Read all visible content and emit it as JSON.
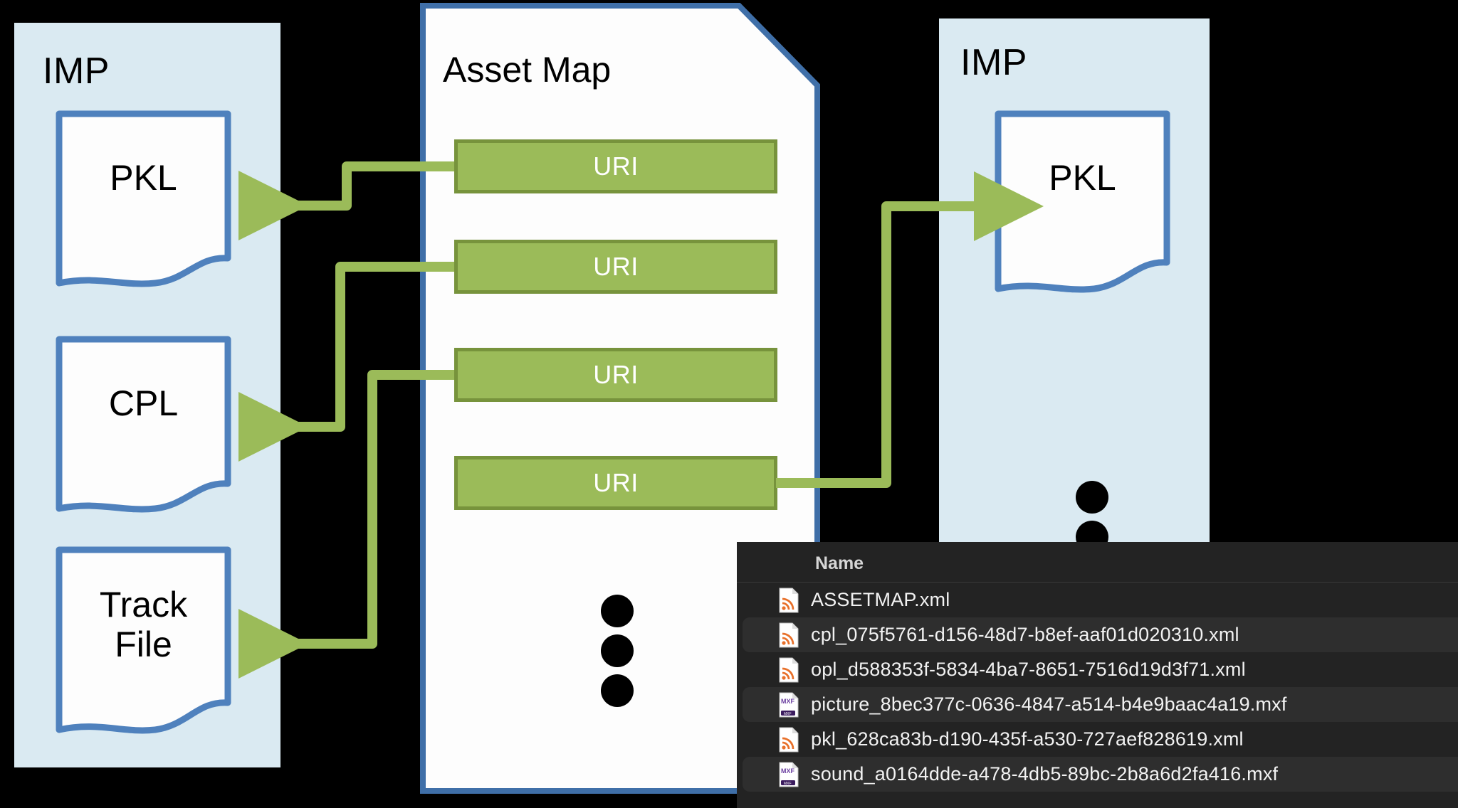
{
  "colors": {
    "background": "#000000",
    "imp_panel_fill": "#DAEAF2",
    "document_border": "#4F81BD",
    "document_fill": "#FDFDFD",
    "uri_fill": "#9BBB59",
    "uri_border": "#77933C",
    "connector": "#9BBB59",
    "file_panel_bg": "#232323",
    "file_row_alt_bg": "#2E2E2E",
    "file_text": "#F2F2F2",
    "xml_icon_accent": "#E8702A",
    "mxf_icon_accent": "#6B3FA0"
  },
  "diagram": {
    "left_imp": {
      "label": "IMP",
      "documents": [
        {
          "label": "PKL"
        },
        {
          "label": "CPL"
        },
        {
          "label": "Track\nFile",
          "line1": "Track",
          "line2": "File"
        }
      ]
    },
    "asset_map": {
      "title": "Asset Map",
      "uris": [
        {
          "label": "URI"
        },
        {
          "label": "URI"
        },
        {
          "label": "URI"
        },
        {
          "label": "URI"
        }
      ],
      "ellipsis_dots": 3
    },
    "right_imp": {
      "label": "IMP",
      "documents": [
        {
          "label": "PKL"
        }
      ],
      "ellipsis_dots": 2
    },
    "connectors": [
      {
        "from": "uri-0",
        "to": "pkl-left",
        "direction": "left"
      },
      {
        "from": "uri-1",
        "to": "cpl",
        "direction": "left"
      },
      {
        "from": "uri-2",
        "to": "track-file",
        "direction": "left"
      },
      {
        "from": "uri-3",
        "to": "pkl-right",
        "direction": "right"
      }
    ]
  },
  "file_browser": {
    "column_header": "Name",
    "rows": [
      {
        "name": "ASSETMAP.xml",
        "icon": "xml-file-icon",
        "highlighted": false
      },
      {
        "name": "cpl_075f5761-d156-48d7-b8ef-aaf01d020310.xml",
        "icon": "xml-file-icon",
        "highlighted": true
      },
      {
        "name": "opl_d588353f-5834-4ba7-8651-7516d19d3f71.xml",
        "icon": "xml-file-icon",
        "highlighted": false
      },
      {
        "name": "picture_8bec377c-0636-4847-a514-b4e9baac4a19.mxf",
        "icon": "mxf-file-icon",
        "highlighted": true
      },
      {
        "name": "pkl_628ca83b-d190-435f-a530-727aef828619.xml",
        "icon": "xml-file-icon",
        "highlighted": false
      },
      {
        "name": "sound_a0164dde-a478-4db5-89bc-2b8a6d2fa416.mxf",
        "icon": "mxf-file-icon",
        "highlighted": true
      }
    ]
  }
}
